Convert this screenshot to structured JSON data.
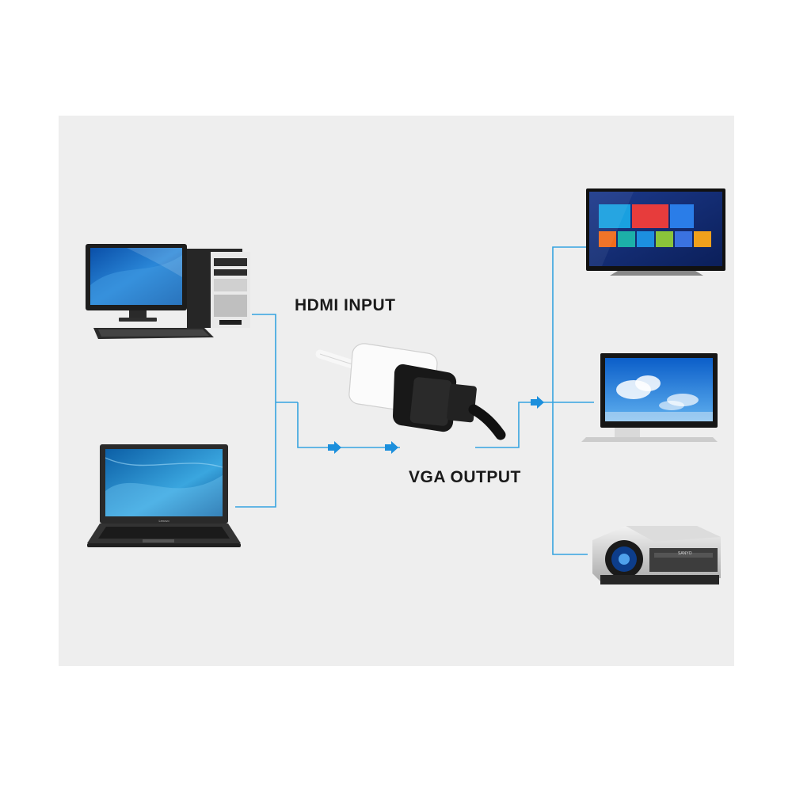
{
  "labels": {
    "input": "HDMI INPUT",
    "output": "VGA OUTPUT"
  },
  "devices": {
    "sources": [
      "desktop-computer",
      "laptop"
    ],
    "adapter": "hdmi-to-vga-adapter",
    "destinations": [
      "smart-tv",
      "monitor",
      "projector"
    ]
  },
  "logo_text": {
    "laptop": "Lenovo",
    "projector": "SANYO"
  },
  "colors": {
    "connector_line": "#35a3e0",
    "arrow": "#1c8fdc",
    "background": "#eeeeee"
  }
}
